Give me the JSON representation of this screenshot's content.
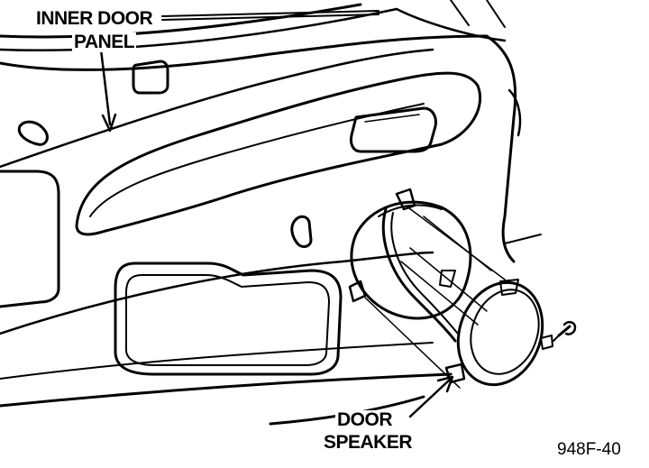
{
  "labels": {
    "inner_panel_line1": "INNER DOOR",
    "inner_panel_line2": "PANEL",
    "speaker_line1": "DOOR",
    "speaker_line2": "SPEAKER",
    "figure_id": "948F-40"
  },
  "colors": {
    "ink": "#000000",
    "paper": "#ffffff"
  }
}
